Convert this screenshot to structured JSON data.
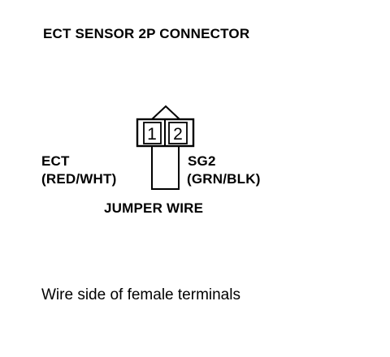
{
  "title": "ECT SENSOR 2P CONNECTOR",
  "connector": {
    "pins": [
      "1",
      "2"
    ]
  },
  "labels": {
    "ect_name": "ECT",
    "ect_color": "(RED/WHT)",
    "sg2_name": "SG2",
    "sg2_color": "(GRN/BLK)",
    "jumper": "JUMPER WIRE"
  },
  "caption": "Wire side of female terminals"
}
